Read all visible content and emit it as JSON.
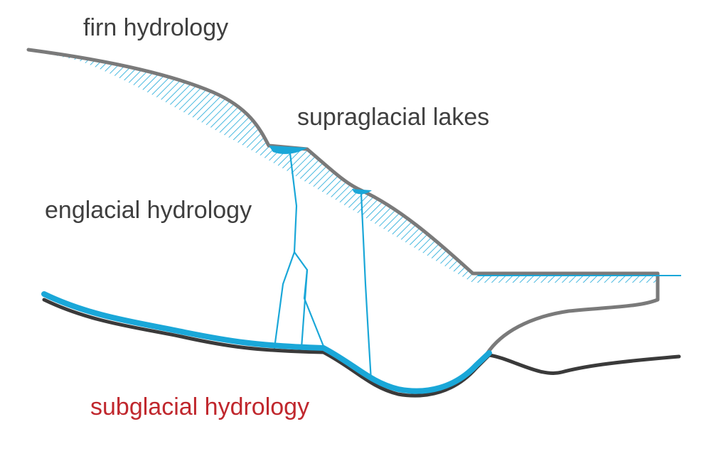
{
  "diagram": {
    "labels": {
      "firn": "firn hydrology",
      "supraglacial": "supraglacial lakes",
      "englacial": "englacial hydrology",
      "subglacial": "subglacial hydrology"
    },
    "colors": {
      "label_text": "#3f3f3f",
      "subglacial_label": "#c0272d",
      "ice_surface": "#7a7a7a",
      "water": "#1aa7d8",
      "firn_hatch": "#1aa7d8",
      "bedrock": "#3a3a3a"
    }
  }
}
